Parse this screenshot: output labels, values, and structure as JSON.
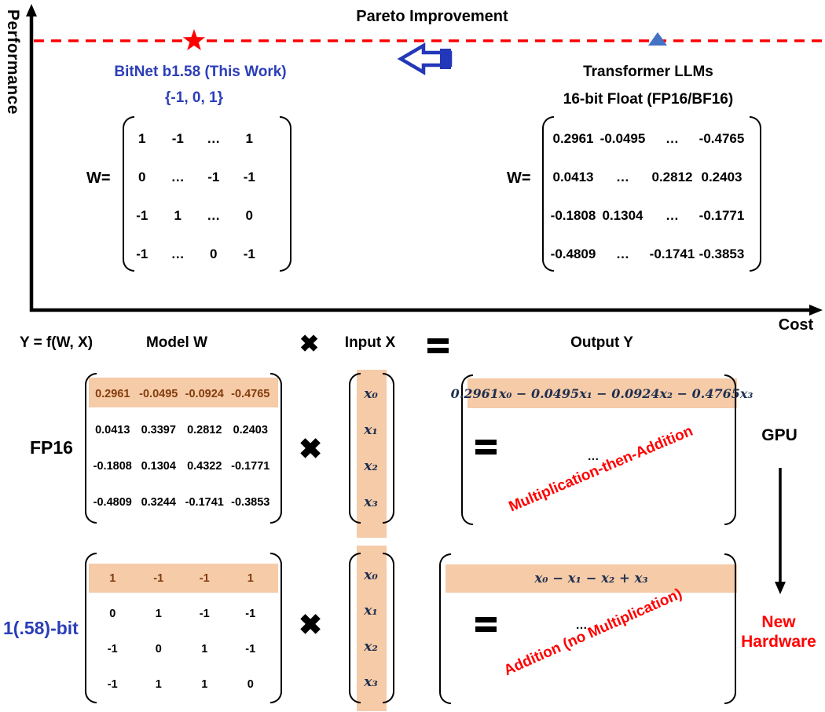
{
  "colors": {
    "highlight": "#F5CBA8",
    "accent_blue": "#2B3EB8",
    "marker_blue": "#4472C4",
    "arrow_blue": "#2238B8",
    "red": "#FF0000",
    "brown": "#843C0C",
    "navy": "#1F3050"
  },
  "pareto": {
    "title": "Pareto Improvement",
    "y_axis_label": "Performance",
    "x_axis_label": "Cost",
    "w_label": "W=",
    "bitnet": {
      "title": "BitNet b1.58 (This Work)",
      "value_set": "{-1, 0, 1}",
      "matrix": [
        [
          "1",
          "-1",
          "…",
          "1"
        ],
        [
          "0",
          "…",
          "-1",
          "-1"
        ],
        [
          "-1",
          "1",
          "…",
          "0"
        ],
        [
          "-1",
          "…",
          "0",
          "-1"
        ]
      ]
    },
    "transformer": {
      "title": "Transformer LLMs",
      "subtitle": "16-bit Float (FP16/BF16)",
      "matrix": [
        [
          "0.2961",
          "-0.0495",
          "…",
          "-0.4765"
        ],
        [
          "0.0413",
          "…",
          "0.2812",
          "0.2403"
        ],
        [
          "-0.1808",
          "0.1304",
          "…",
          "-0.1771"
        ],
        [
          "-0.4809",
          "…",
          "-0.1741",
          "-0.3853"
        ]
      ]
    }
  },
  "computation": {
    "formula": "Y = f(W, X)",
    "model_header": "Model W",
    "input_header": "Input X",
    "output_header": "Output Y",
    "times_symbol": "✖",
    "fp16": {
      "label": "FP16",
      "matrix": [
        [
          "0.2961",
          "-0.0495",
          "-0.0924",
          "-0.4765"
        ],
        [
          "0.0413",
          "0.3397",
          "0.2812",
          "0.2403"
        ],
        [
          "-0.1808",
          "0.1304",
          "0.4322",
          "-0.1771"
        ],
        [
          "-0.4809",
          "0.3244",
          "-0.1741",
          "-0.3853"
        ]
      ],
      "input": [
        "x₀",
        "x₁",
        "x₂",
        "x₃"
      ],
      "output_first_row": "0.2961x₀ − 0.0495x₁ − 0.0924x₂ − 0.4765x₃",
      "output_dots": "…",
      "annotation": "Multiplication-then-Addition",
      "hardware": "GPU"
    },
    "onebit": {
      "label": "1(.58)-bit",
      "matrix": [
        [
          "1",
          "-1",
          "-1",
          "1"
        ],
        [
          "0",
          "1",
          "-1",
          "-1"
        ],
        [
          "-1",
          "0",
          "1",
          "-1"
        ],
        [
          "-1",
          "1",
          "1",
          "0"
        ]
      ],
      "input": [
        "x₀",
        "x₁",
        "x₂",
        "x₃"
      ],
      "output_first_row": "x₀ − x₁ − x₂ + x₃",
      "output_dots": "…",
      "annotation": "Addition (no Multiplication)",
      "hardware_line1": "New",
      "hardware_line2": "Hardware"
    }
  }
}
